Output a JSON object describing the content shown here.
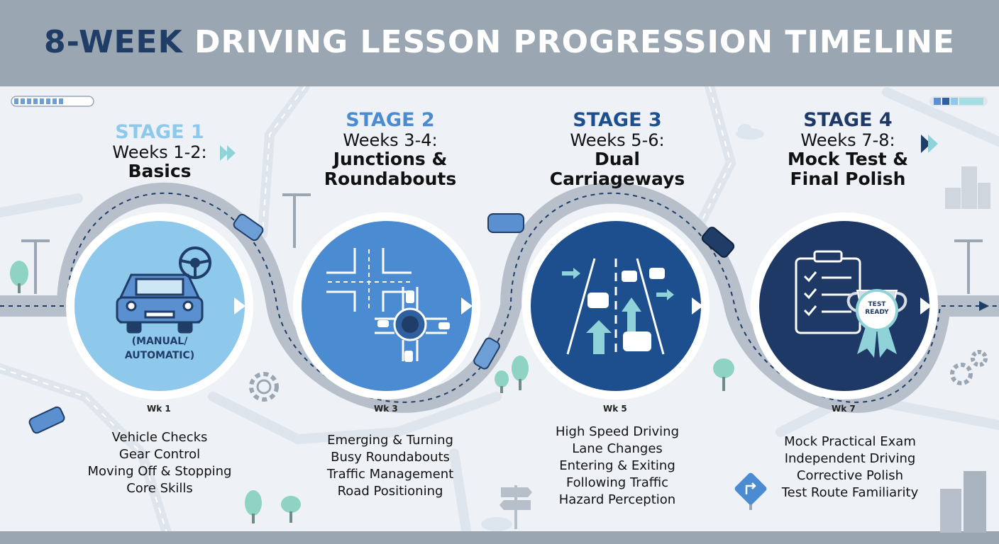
{
  "header": {
    "title_accent": "8-WEEK",
    "title_rest": " DRIVING LESSON PROGRESSION TIMELINE"
  },
  "colors": {
    "stage1": "#8ec9ec",
    "stage2": "#4a8bd1",
    "stage3": "#1d4f8f",
    "stage4": "#1f3966",
    "road": "#b7c0ca",
    "header_bg": "#9aa6b2"
  },
  "stages": [
    {
      "label": "STAGE 1",
      "weeks": "Weeks 1-2:",
      "topic_lines": [
        "Basics"
      ],
      "week_marker": "Wk 1",
      "circle_note_lines": [
        "(MANUAL/",
        "AUTOMATIC)"
      ],
      "icon": "car-icon",
      "skills": [
        "Vehicle Checks",
        "Gear Control",
        "Moving Off & Stopping",
        "Core Skills"
      ]
    },
    {
      "label": "STAGE 2",
      "weeks": "Weeks 3-4:",
      "topic_lines": [
        "Junctions &",
        "Roundabouts"
      ],
      "week_marker": "Wk 3",
      "icon": "junction-roundabout-icon",
      "skills": [
        "Emerging & Turning",
        "Busy Roundabouts",
        "Traffic Management",
        "Road Positioning"
      ]
    },
    {
      "label": "STAGE 3",
      "weeks": "Weeks 5-6:",
      "topic_lines": [
        "Dual",
        "Carriageways"
      ],
      "week_marker": "Wk 5",
      "icon": "dual-carriageway-icon",
      "skills": [
        "High Speed Driving",
        "Lane Changes",
        "Entering & Exiting",
        "Following Traffic",
        "Hazard Perception"
      ]
    },
    {
      "label": "STAGE 4",
      "weeks": "Weeks 7-8:",
      "topic_lines": [
        "Mock Test &",
        "Final Polish"
      ],
      "week_marker": "Wk 7",
      "icon": "test-ready-trophy-icon",
      "badge_lines": [
        "TEST",
        "READY"
      ],
      "skills": [
        "Mock Practical Exam",
        "Independent Driving",
        "Corrective Polish",
        "Test Route Familiarity"
      ]
    }
  ]
}
